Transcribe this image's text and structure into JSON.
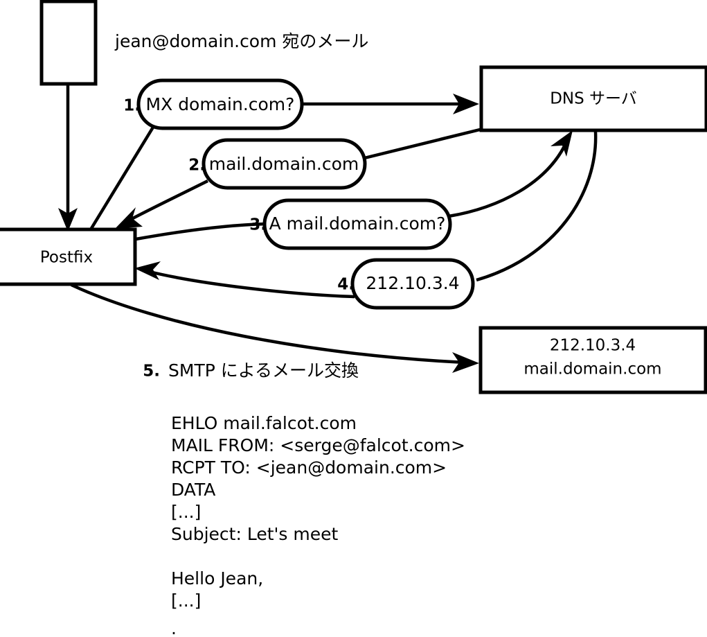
{
  "diagram": {
    "title": "jean@domain.com 宛のメール",
    "nodes": {
      "mua": {
        "label": ""
      },
      "postfix": {
        "label": "Postfix"
      },
      "dns": {
        "label": "DNS サーバ"
      },
      "mailserver": {
        "line1": "212.10.3.4",
        "line2": "mail.domain.com"
      }
    },
    "steps": [
      {
        "num": "1.",
        "label": "MX domain.com?"
      },
      {
        "num": "2.",
        "label": "mail.domain.com"
      },
      {
        "num": "3.",
        "label": "A mail.domain.com?"
      },
      {
        "num": "4.",
        "label": "212.10.3.4"
      }
    ],
    "step5": {
      "num": "5.",
      "label": "SMTP によるメール交換"
    },
    "transcript": [
      "EHLO mail.falcot.com",
      "MAIL FROM: <serge@falcot.com>",
      "RCPT TO: <jean@domain.com>",
      "DATA",
      "[...]",
      "Subject: Let's meet",
      "",
      "Hello Jean,",
      "[...]",
      "",
      "."
    ],
    "colors": {
      "stroke": "#000000",
      "fill": "#ffffff",
      "text": "#000000"
    }
  }
}
